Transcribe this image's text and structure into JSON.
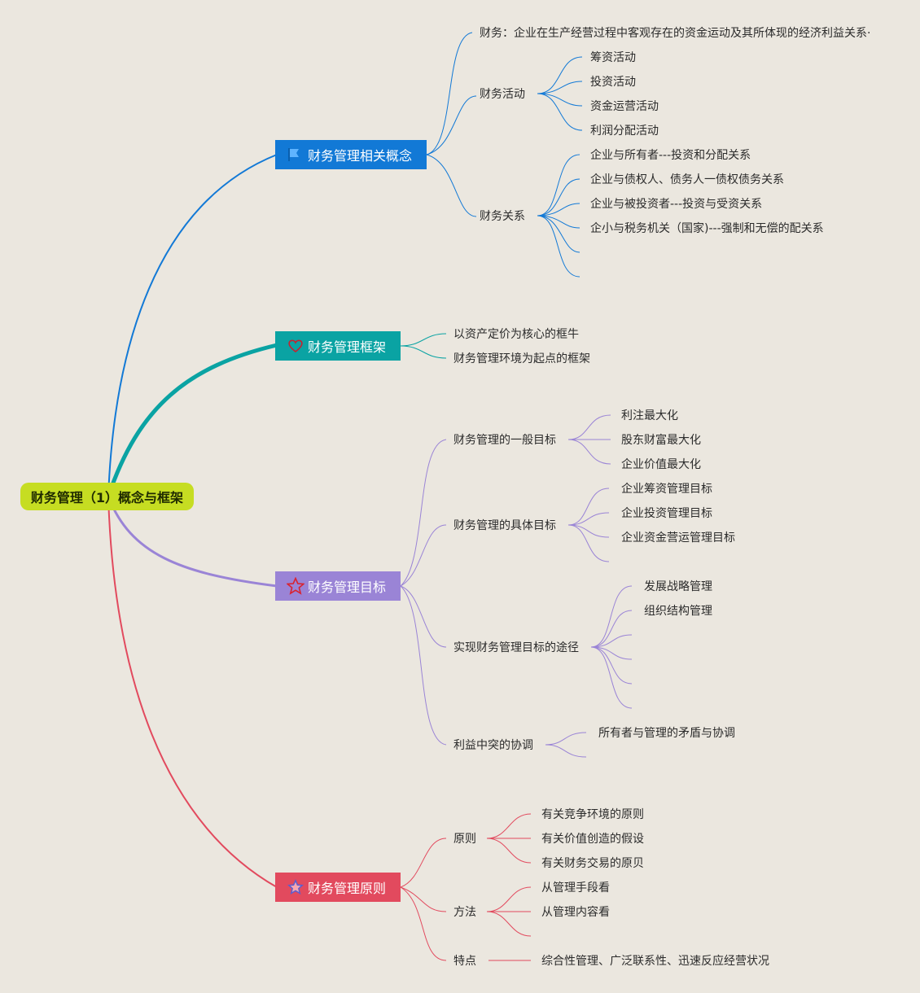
{
  "root": {
    "label": "财务管理（1）概念与框架"
  },
  "colors": {
    "background": "#ebe7df",
    "root": "#c6dd22",
    "concepts": "#1279d6",
    "framework": "#0aa3a3",
    "goals": "#9a84d6",
    "principles": "#e24a5e"
  },
  "branches": {
    "concepts": {
      "label": "财务管理相关概念",
      "icon": "flag-icon",
      "definition": "财务：企业在生产经营过程中客观存在的资金运动及其所体现的经济利益关系·",
      "activities": {
        "label": "财务活动",
        "items": [
          "筹资活动",
          "投资活动",
          "资金运营活动",
          "利润分配活动"
        ]
      },
      "relations": {
        "label": "财务关系",
        "items": [
          "企业与所有者---投资和分配关系",
          "企业与债权人、债务人一债权债务关系",
          "企业与被投资者---投资与受资关系",
          "企小与税务机关（国家)---强制和无偿的配关系"
        ]
      }
    },
    "framework": {
      "label": "财务管理框架",
      "icon": "heart-icon",
      "items": [
        "以资产定价为核心的框牛",
        "财务管理环境为起点的框架"
      ]
    },
    "goals": {
      "label": "财务管理目标",
      "icon": "star-icon",
      "general": {
        "label": "财务管理的一般目标",
        "items": [
          "利注最大化",
          "股东财富最大化",
          "企业价值最大化"
        ]
      },
      "specific": {
        "label": "财务管理的具体目标",
        "items": [
          "企业筹资管理目标",
          "企业投资管理目标",
          "企业资金营运管理目标"
        ]
      },
      "paths": {
        "label": "实现财务管理目标的途径",
        "items": [
          "发展战略管理",
          "组织结构管理"
        ]
      },
      "conflict": {
        "label": "利益中突的协调",
        "items": [
          "所有者与管理的矛盾与协调"
        ]
      }
    },
    "principles": {
      "label": "财务管理原则",
      "icon": "star-outline-icon",
      "rules": {
        "label": "原则",
        "items": [
          "有关竞争环境的原则",
          "有关价值创造的假设",
          "有关财务交易的原贝"
        ]
      },
      "methods": {
        "label": "方法",
        "items": [
          "从管理手段看",
          "从管理内容看"
        ]
      },
      "traits": {
        "label": "特点",
        "items": [
          "综合性管理、广泛联系性、迅速反应经营状况"
        ]
      }
    }
  }
}
